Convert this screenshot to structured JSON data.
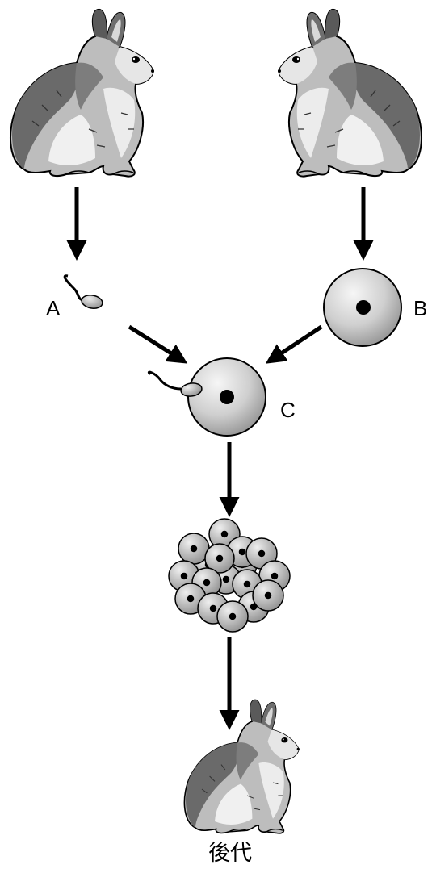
{
  "labels": {
    "a": "A",
    "b": "B",
    "c": "C",
    "offspring": "後代"
  },
  "colors": {
    "stroke": "#000000",
    "cell_light": "#f4f4f4",
    "cell_dark": "#9a9a9a",
    "rabbit_dark": "#555555",
    "rabbit_mid": "#8c8c8c",
    "rabbit_light": "#c8c8c8"
  },
  "icons": {
    "rabbit": "rabbit-icon",
    "sperm": "sperm-icon",
    "egg": "egg-cell-icon",
    "embryo": "cell-cluster-icon",
    "arrow": "arrow-icon"
  }
}
